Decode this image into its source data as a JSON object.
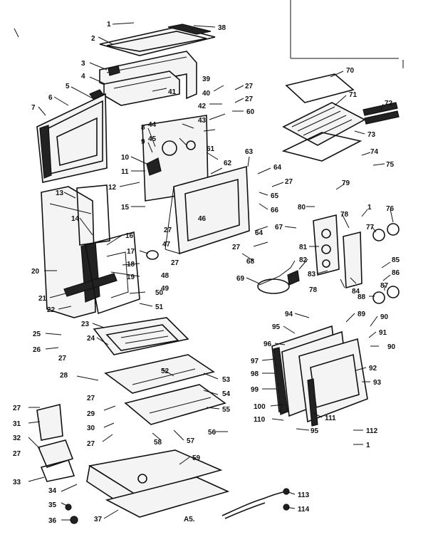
{
  "diagram": {
    "labels": [
      "1",
      "2",
      "3",
      "4",
      "5",
      "6",
      "7",
      "8",
      "9",
      "10",
      "11",
      "12",
      "13",
      "14",
      "15",
      "16",
      "17",
      "18",
      "19",
      "20",
      "21",
      "22",
      "23",
      "24",
      "25",
      "26",
      "27",
      "28",
      "29",
      "30",
      "31",
      "32",
      "33",
      "34",
      "35",
      "36",
      "37",
      "38",
      "39",
      "40",
      "41",
      "42",
      "43",
      "44",
      "45",
      "46",
      "47",
      "48",
      "49",
      "50",
      "51",
      "52",
      "53",
      "54",
      "55",
      "56",
      "57",
      "58",
      "59",
      "60",
      "61",
      "62",
      "63",
      "64",
      "65",
      "66",
      "67",
      "68",
      "69",
      "70",
      "71",
      "72",
      "73",
      "74",
      "75",
      "76",
      "77",
      "78",
      "79",
      "80",
      "81",
      "82",
      "83",
      "84",
      "85",
      "86",
      "87",
      "88",
      "89",
      "90",
      "91",
      "92",
      "93",
      "94",
      "95",
      "96",
      "97",
      "98",
      "99",
      "100",
      "110",
      "111",
      "112",
      "113",
      "114"
    ],
    "page_code": "A5."
  }
}
